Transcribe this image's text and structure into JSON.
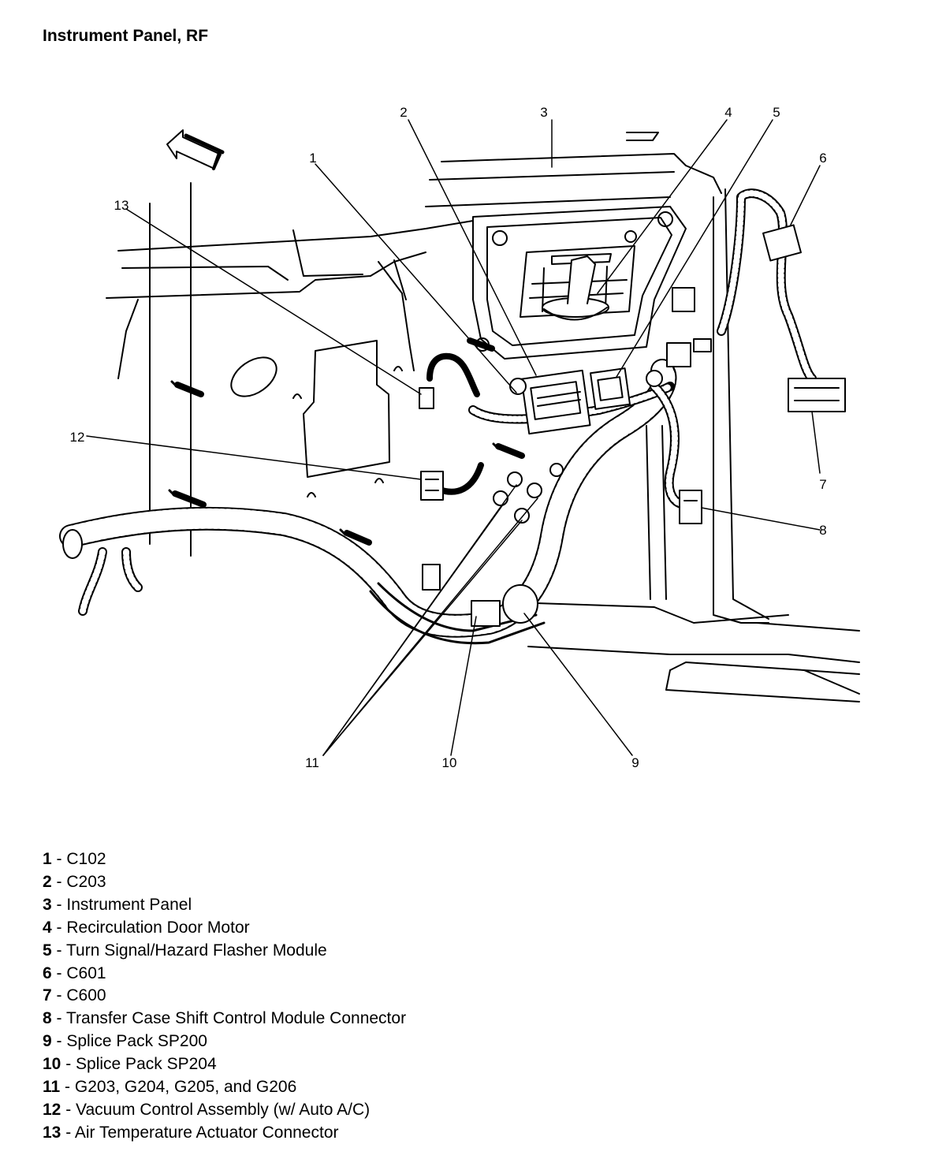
{
  "title": "Instrument Panel, RF",
  "callouts": [
    "1",
    "2",
    "3",
    "4",
    "5",
    "6",
    "7",
    "8",
    "9",
    "10",
    "11",
    "12",
    "13"
  ],
  "legend": [
    {
      "num": "1",
      "sep": " - ",
      "text": "C102"
    },
    {
      "num": "2",
      "sep": " - ",
      "text": "C203"
    },
    {
      "num": "3",
      "sep": " - ",
      "text": "Instrument Panel"
    },
    {
      "num": "4",
      "sep": " - ",
      "text": "Recirculation Door Motor"
    },
    {
      "num": "5",
      "sep": " - ",
      "text": "Turn Signal/Hazard Flasher Module"
    },
    {
      "num": "6",
      "sep": " - ",
      "text": "C601"
    },
    {
      "num": "7",
      "sep": " - ",
      "text": "C600"
    },
    {
      "num": "8",
      "sep": " - ",
      "text": "Transfer Case Shift Control Module Connector"
    },
    {
      "num": "9",
      "sep": " - ",
      "text": "Splice Pack SP200"
    },
    {
      "num": "10",
      "sep": " - ",
      "text": "Splice Pack SP204"
    },
    {
      "num": "11",
      "sep": " - ",
      "text": "G203, G204, G205, and G206"
    },
    {
      "num": "12",
      "sep": " - ",
      "text": "Vacuum Control Assembly (w/ Auto A/C)"
    },
    {
      "num": "13",
      "sep": " - ",
      "text": "Air Temperature Actuator Connector"
    }
  ]
}
